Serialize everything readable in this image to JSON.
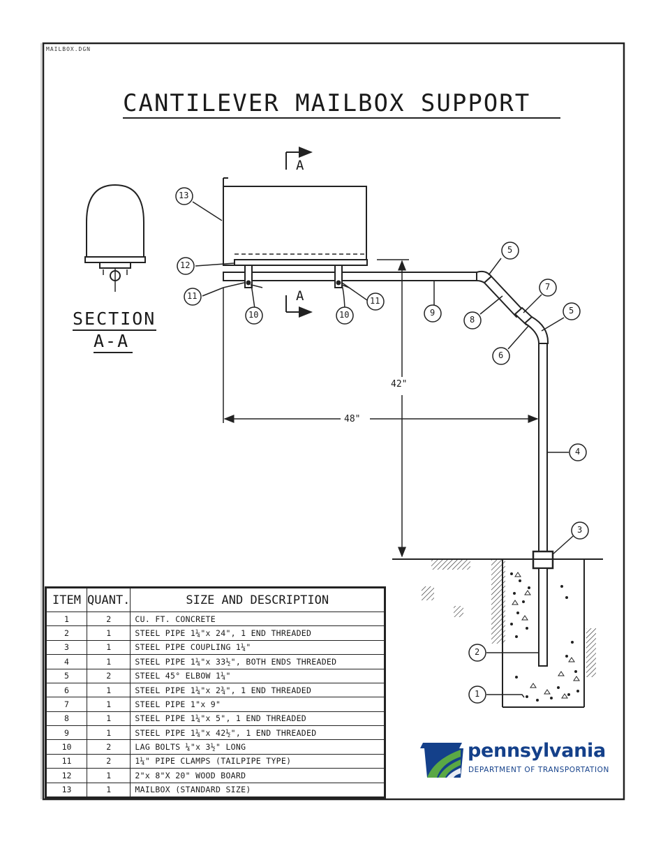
{
  "file_name": "MAILBOX.DGN",
  "title": "CANTILEVER MAILBOX SUPPORT",
  "section": {
    "line1": "SECTION",
    "line2": "A-A",
    "marker": "A"
  },
  "dimensions": {
    "height": "42\"",
    "width": "48\""
  },
  "callouts": [
    "1",
    "2",
    "3",
    "4",
    "5",
    "6",
    "7",
    "8",
    "9",
    "10",
    "11",
    "12",
    "13"
  ],
  "table": {
    "headers": {
      "item": "ITEM",
      "quantity": "QUANT.",
      "description": "SIZE AND DESCRIPTION"
    },
    "rows": [
      {
        "item": "1",
        "quantity": "2",
        "description": "CU. FT. CONCRETE"
      },
      {
        "item": "2",
        "quantity": "1",
        "description": "STEEL PIPE 1¼\"x 24\", 1 END THREADED"
      },
      {
        "item": "3",
        "quantity": "1",
        "description": "STEEL PIPE COUPLING 1¼\""
      },
      {
        "item": "4",
        "quantity": "1",
        "description": "STEEL PIPE 1¼\"x 33½\", BOTH ENDS THREADED"
      },
      {
        "item": "5",
        "quantity": "2",
        "description": "STEEL 45° ELBOW 1¼\""
      },
      {
        "item": "6",
        "quantity": "1",
        "description": "STEEL PIPE 1¼\"x 2¾\", 1 END THREADED"
      },
      {
        "item": "7",
        "quantity": "1",
        "description": "STEEL PIPE 1\"x 9\""
      },
      {
        "item": "8",
        "quantity": "1",
        "description": "STEEL PIPE 1¼\"x 5\", 1 END THREADED"
      },
      {
        "item": "9",
        "quantity": "1",
        "description": "STEEL PIPE 1¼\"x 42½\", 1 END THREADED"
      },
      {
        "item": "10",
        "quantity": "2",
        "description": "LAG BOLTS ¼\"x 3½\" LONG"
      },
      {
        "item": "11",
        "quantity": "2",
        "description": "1¼\" PIPE CLAMPS (TAILPIPE TYPE)"
      },
      {
        "item": "12",
        "quantity": "1",
        "description": "2\"x 8\"X 20\" WOOD BOARD"
      },
      {
        "item": "13",
        "quantity": "1",
        "description": "MAILBOX (STANDARD SIZE)"
      }
    ]
  },
  "logo": {
    "wordmark": "pennsylvania",
    "subtitle": "DEPARTMENT OF TRANSPORTATION",
    "colors": {
      "brand_blue": "#14408a",
      "brand_green": "#5aa845"
    }
  }
}
